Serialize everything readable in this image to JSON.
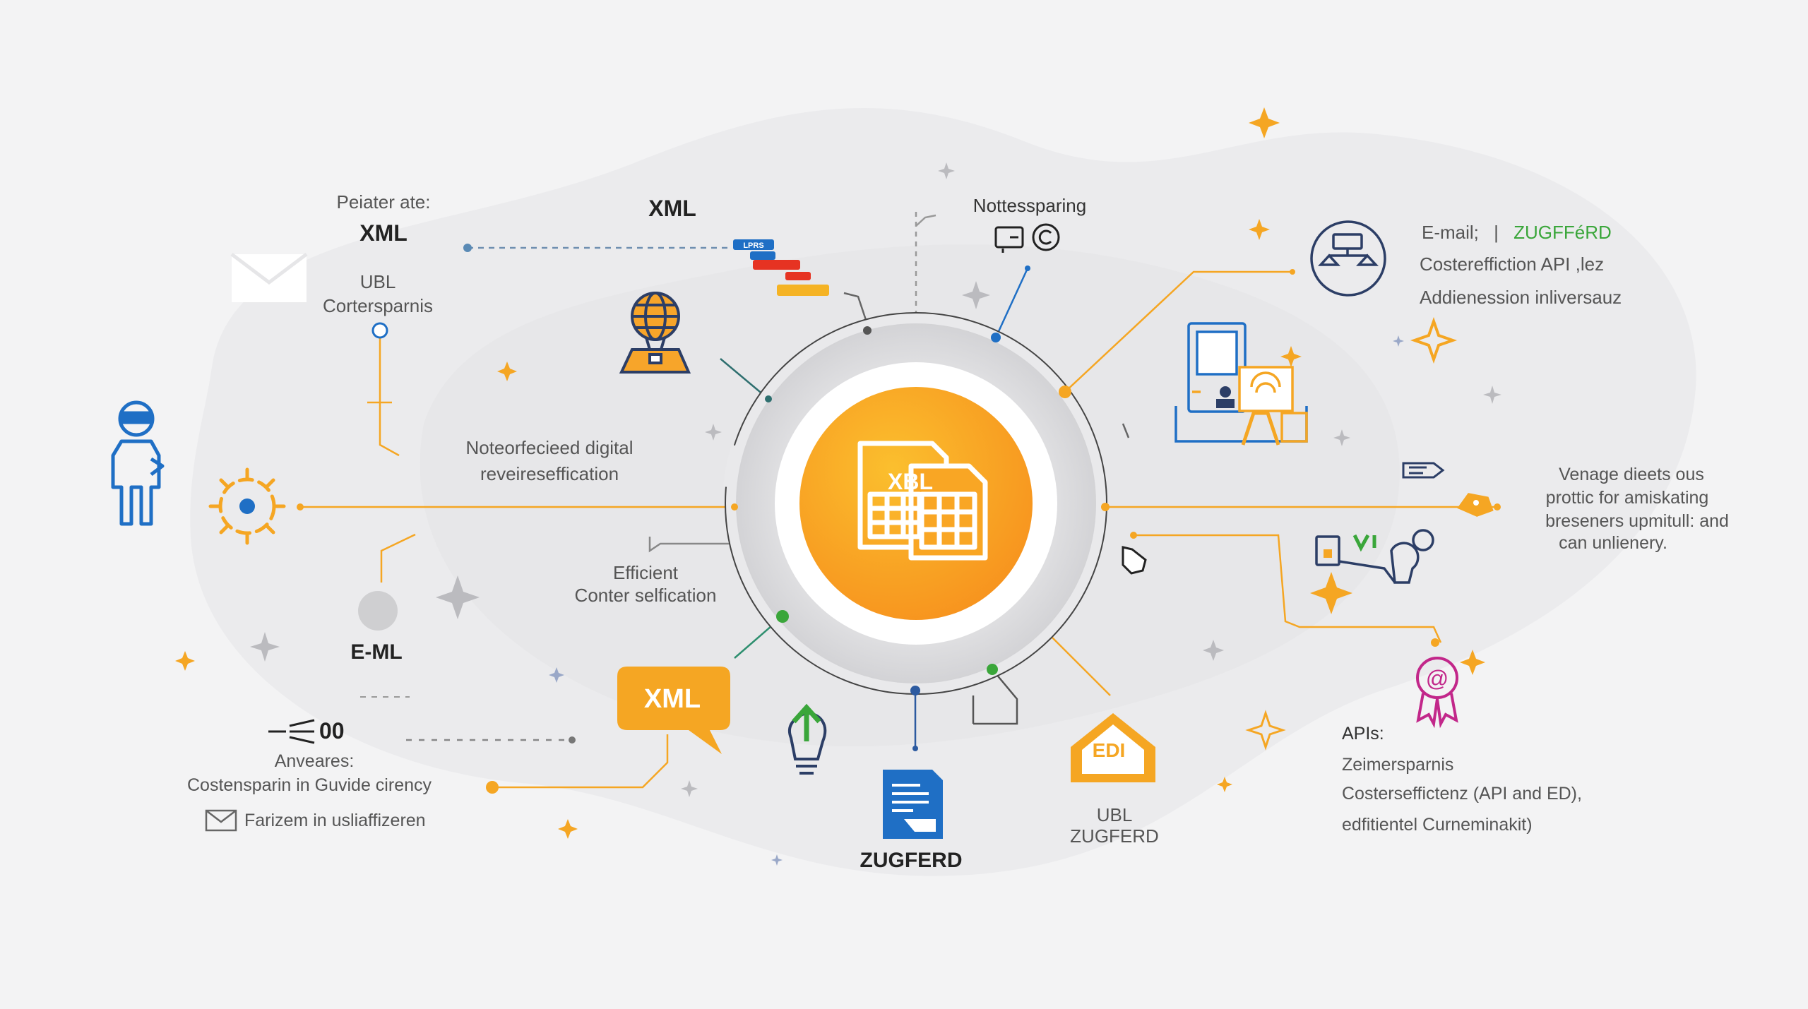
{
  "colors": {
    "accent_orange": "#f5a623",
    "hub_orange_start": "#f7931e",
    "hub_orange_end": "#fbb827",
    "blue": "#1f6fc5",
    "navy": "#2c3e66",
    "green": "#3aa63a",
    "magenta": "#c2278a",
    "line_gray": "#888888"
  },
  "icons": [
    "envelope-icon",
    "person-icon",
    "virus-icon",
    "globe-stand-icon",
    "tag-stack-icon",
    "monitor-icon",
    "org-chart-icon",
    "devices-icon",
    "label-icon",
    "tag-icon",
    "network-icon",
    "award-icon",
    "xml-bubble-icon",
    "lightbulb-icon",
    "document-icon",
    "edi-house-icon",
    "sparkle-icon",
    "documents-icon"
  ],
  "hub": {
    "label": "XBL"
  },
  "top_left": {
    "line1": "Peiater ate:",
    "line2": "XML",
    "line3": "UBL",
    "line4": "Cortersparnis"
  },
  "xml_top": {
    "label": "XML"
  },
  "tag_stack": {
    "label": "LPRS"
  },
  "notes": {
    "label": "Nottessparing"
  },
  "left_mid": {
    "line1": "Noteorfecieed digital",
    "line2": "reveireseffication"
  },
  "efficient": {
    "line1": "Efficient",
    "line2": "Conter selfication"
  },
  "eml": {
    "label": "E-ML"
  },
  "bottom_left": {
    "counter": "00",
    "line1": "Anveares:",
    "line2": "Costensparin in Guvide cirency",
    "line3": "Farizem in usliaffizeren"
  },
  "xml_bubble": {
    "label": "XML"
  },
  "zugferd_doc": {
    "label": "ZUGFERD"
  },
  "edi": {
    "icon_label": "EDI",
    "line1": "UBL",
    "line2": "ZUGFERD"
  },
  "top_right": {
    "part1": "E-mail;",
    "sep": "|",
    "part2": "ZUGFFéRD",
    "line2a": "Costereffiction API ,lez",
    "line3": "Addienession inliversauz"
  },
  "right_mid": {
    "line1": "Venage dieets ous",
    "line2": "prottic for amiskating",
    "line3": "breseners upmitull: and",
    "line4": "can unlienery."
  },
  "bottom_right": {
    "line1": "APIs:",
    "line2": "Zeimersparnis",
    "line3": "Costerseffictenz (API and ED),",
    "line4": "edfitientel Curneminakit)"
  }
}
